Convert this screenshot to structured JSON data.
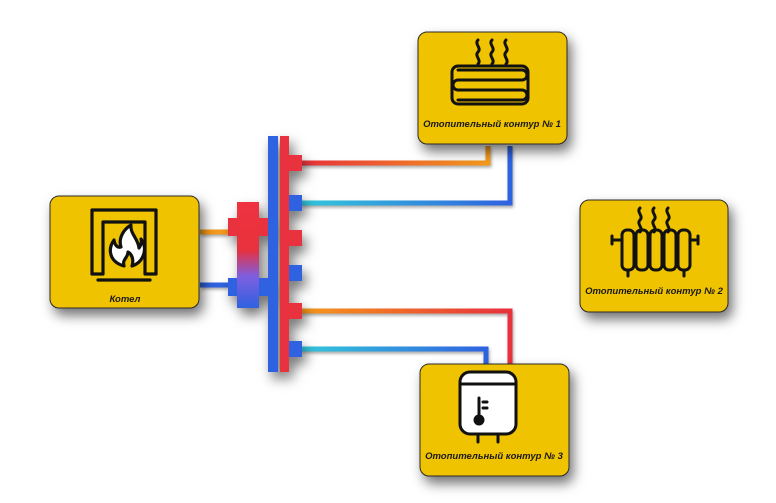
{
  "diagram": {
    "nodes": {
      "boiler": {
        "label": "Котел",
        "icon": "boiler-flame-icon"
      },
      "circuit1": {
        "label": "Отопительный контур № 1",
        "icon": "underfloor-heating-icon"
      },
      "circuit2": {
        "label": "Отопительный контур № 2",
        "icon": "radiator-icon"
      },
      "circuit3": {
        "label": "Отопительный контур № 3",
        "icon": "water-heater-icon"
      }
    },
    "colors": {
      "box_fill": "#f0c300",
      "box_stroke": "#1a1a1a",
      "hot": "#e8303c",
      "warm": "#f59a1c",
      "cold": "#2f62e0",
      "cool": "#32c9dc"
    }
  }
}
